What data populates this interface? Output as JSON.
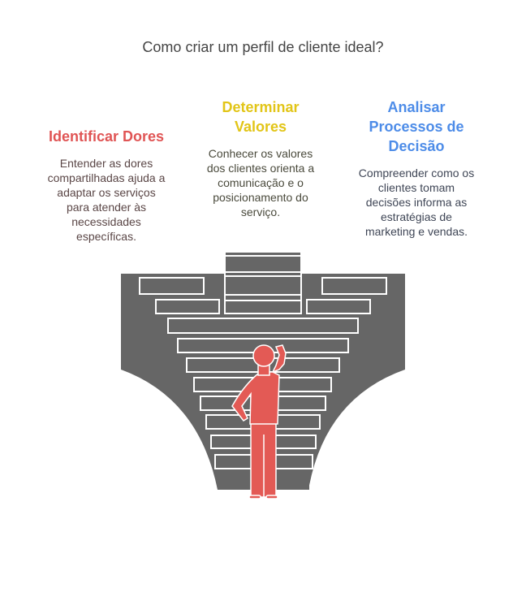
{
  "title": "Como criar um perfil de cliente ideal?",
  "columns": [
    {
      "heading": [
        "Identificar Dores"
      ],
      "body": [
        "Entender as dores",
        "compartilhadas ajuda a",
        "adaptar os serviços",
        "para atender às",
        "necessidades",
        "específicas."
      ],
      "color": "#e05555"
    },
    {
      "heading": [
        "Determinar",
        "Valores"
      ],
      "body": [
        "Conhecer os valores",
        "dos clientes orienta a",
        "comunicação e o",
        "posicionamento do",
        "serviço."
      ],
      "color": "#e2c517"
    },
    {
      "heading": [
        "Analisar",
        "Processos de",
        "Decisão"
      ],
      "body": [
        "Compreender como os",
        "clientes tomam",
        "decisões informa as",
        "estratégias de",
        "marketing e vendas."
      ],
      "color": "#4d8ce8"
    }
  ],
  "colors": {
    "stairs": "#666666",
    "person": "#e35a55"
  }
}
